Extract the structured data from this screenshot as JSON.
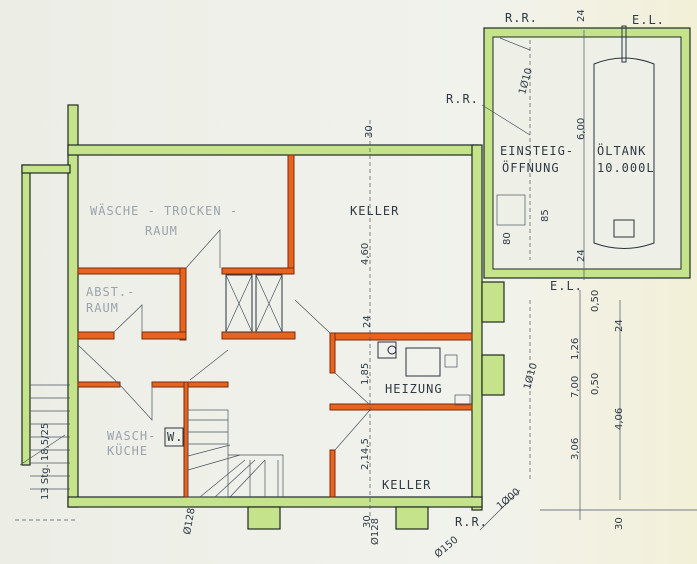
{
  "colors": {
    "exterior_wall": "#c5e38a",
    "interior_wall": "#e8641c",
    "ink": "#2f3a45"
  },
  "annex": {
    "rr_label": "R.R.",
    "el_top_label": "E.L.",
    "el_bottom_label": "E.L.",
    "dim_top": "24",
    "dim_bottom": "24",
    "dim_height": "6,00",
    "dim_diag": "1Ø10",
    "access_label_1": "EINSTEIG-",
    "access_label_2": "ÖFFNUNG",
    "tank_label_1": "ÖLTANK",
    "tank_label_2": "10.000L",
    "dim_small_1": "80",
    "dim_small_2": "85"
  },
  "rooms": {
    "laundry_1": "WÄSCHE - TROCKEN -",
    "laundry_2": "RAUM",
    "cellar_main": "KELLER",
    "storage_1": "ABST.-",
    "storage_2": "RAUM",
    "heating": "HEIZUNG",
    "washroom_1": "WASCH-",
    "washroom_2": "KÜCHE",
    "wc": "W.",
    "cellar_small": "KELLER"
  },
  "dimensions": {
    "top_wall": "30",
    "cellar_height": "4,60",
    "heating_wall": "24",
    "heating_depth": "1,85",
    "cellar_small_depth": "2,14,5",
    "bottom_wall": "30",
    "right_diag": "1Ø10",
    "right_diag_2": "1Ø00",
    "right_col_1": "1,26",
    "right_col_2": "7,00",
    "right_col_3": "3,06",
    "right_col_4": "0,50",
    "right_col_5": "0,50",
    "right_total": "4,06",
    "right_top": "24",
    "right_bottom": "30",
    "left_stair": "13 Stg. 18,5/25",
    "bottom_1": "Ø128",
    "bottom_2": "Ø128",
    "bottom_3": "Ø150",
    "bottom_rr": "R.R.",
    "left_rr": "R.R."
  }
}
